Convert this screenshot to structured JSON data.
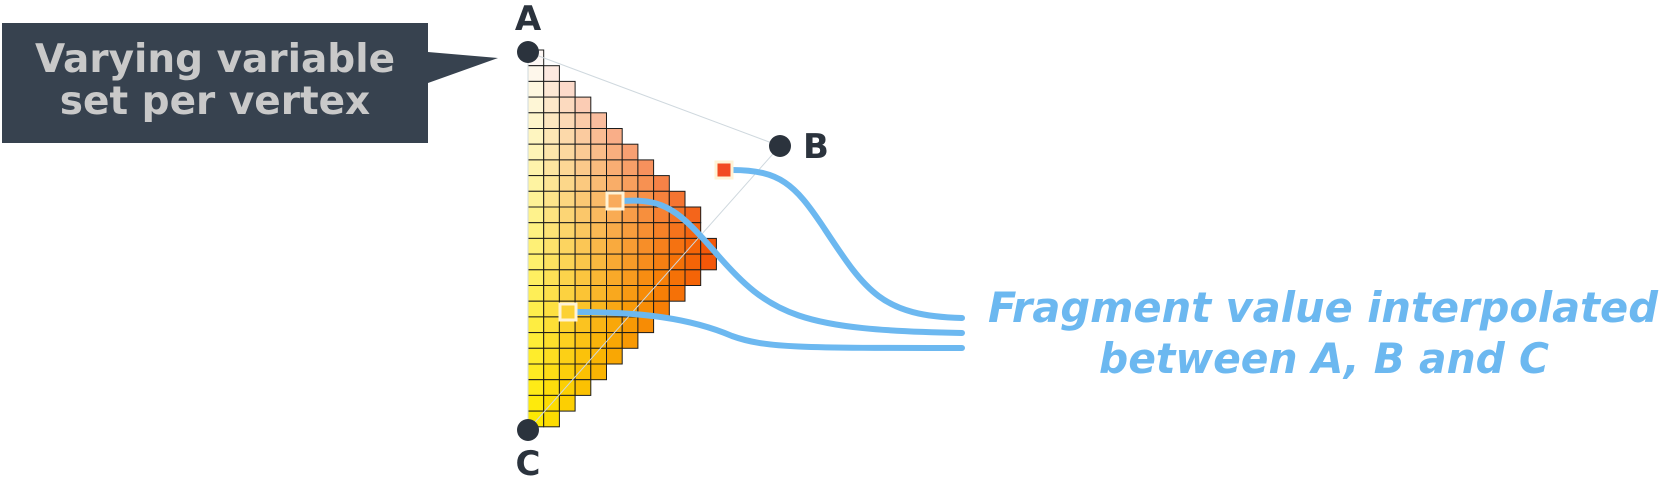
{
  "callout": {
    "line1": "Varying variable",
    "line2": "set per vertex"
  },
  "vertices": {
    "a": "A",
    "b": "B",
    "c": "C"
  },
  "fragment_label": {
    "line1": "Fragment value interpolated",
    "line2": "between A, B and C"
  },
  "colors": {
    "callout_bg": "#37424f",
    "callout_text": "#c9c9c9",
    "vertex_dot": "#2b333d",
    "vertex_label": "#2b333d",
    "curve": "#6cb8f0",
    "fragment_text": "#6cb8f0",
    "color_a": "#ffffff",
    "color_b": "#ee1a0b",
    "color_c": "#fff000",
    "grid_line": "#1c1c1c",
    "sample_border": "#fff3d6"
  }
}
